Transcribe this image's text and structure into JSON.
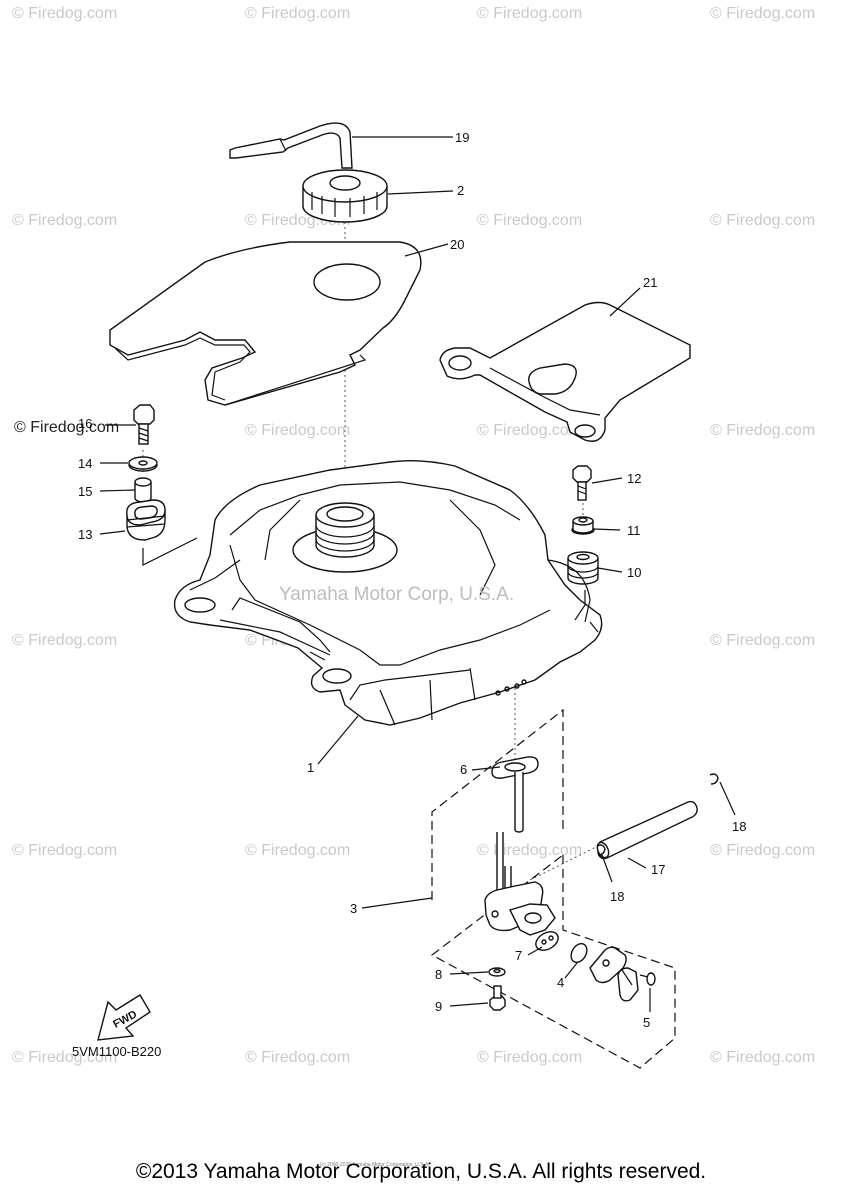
{
  "watermark": "© Firedog.com",
  "tank_watermark": "Yamaha Motor Corp, U.S.A.",
  "diagram_code": "5VM1100-B220",
  "fwd_label": "FWD",
  "copyright": "©2013 Yamaha Motor Corporation, U.S.A. All rights reserved.",
  "small_print": "(c) 2000-2016 Yamaha Motor Corporation, U.S.A.",
  "callouts": {
    "c1": "1",
    "c2": "2",
    "c3": "3",
    "c4": "4",
    "c5": "5",
    "c6": "6",
    "c7": "7",
    "c8": "8",
    "c9": "9",
    "c10": "10",
    "c11": "11",
    "c12": "12",
    "c13": "13",
    "c14": "14",
    "c15": "15",
    "c16": "16",
    "c17": "17",
    "c18a": "18",
    "c18b": "18",
    "c19": "19",
    "c20": "20",
    "c21": "21"
  }
}
